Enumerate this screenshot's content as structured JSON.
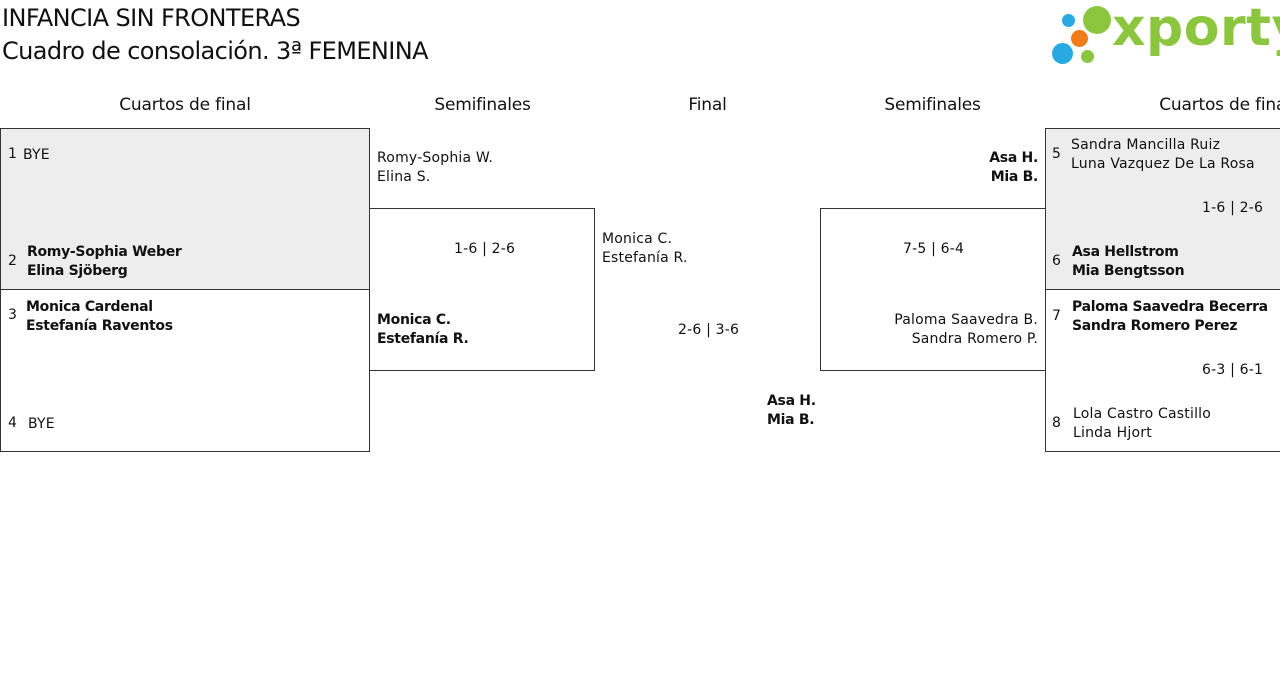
{
  "header": {
    "title": "INFANCIA SIN FRONTERAS",
    "subtitle": "Cuadro de consolación. 3ª FEMENINA"
  },
  "logo": {
    "text": "xporty",
    "text_color": "#8cc63f",
    "dot_colors": [
      "#29a9e1",
      "#8cc63f",
      "#ef7d1a",
      "#29a9e1",
      "#8cc63f"
    ]
  },
  "columns": {
    "left_quarter": "Cuartos de final",
    "left_semi": "Semifinales",
    "final": "Final",
    "right_semi": "Semifinales",
    "right_quarter": "Cuartos de final"
  },
  "left_quarters": {
    "p1": {
      "seed": "1",
      "line1": "BYE"
    },
    "p2": {
      "seed": "2",
      "line1": "Romy-Sophia Weber",
      "line2": "Elina Sjöberg"
    },
    "p3": {
      "seed": "3",
      "line1": "Monica Cardenal",
      "line2": "Estefanía Raventos"
    },
    "p4": {
      "seed": "4",
      "line1": "BYE"
    }
  },
  "left_semis": {
    "top": {
      "line1": "Romy-Sophia W.",
      "line2": "Elina S."
    },
    "score": "1-6 | 2-6",
    "bottom": {
      "line1": "Monica C.",
      "line2": "Estefanía R."
    }
  },
  "final": {
    "left": {
      "line1": "Monica C.",
      "line2": "Estefanía R."
    },
    "score": "2-6 | 3-6",
    "winner": {
      "line1": "Asa H.",
      "line2": "Mia B."
    }
  },
  "right_semis": {
    "top": {
      "line1": "Asa H.",
      "line2": "Mia B."
    },
    "score": "7-5 | 6-4",
    "bottom": {
      "line1": "Paloma Saavedra B.",
      "line2": "Sandra Romero P."
    }
  },
  "right_quarters": {
    "p5": {
      "seed": "5",
      "line1": "Sandra Mancilla Ruiz",
      "line2": "Luna Vazquez De La Rosa"
    },
    "score_top": "1-6 | 2-6",
    "p6": {
      "seed": "6",
      "line1": "Asa Hellstrom",
      "line2": "Mia Bengtsson"
    },
    "p7": {
      "seed": "7",
      "line1": "Paloma Saavedra Becerra",
      "line2": "Sandra Romero Perez"
    },
    "score_bottom": "6-3 | 6-1",
    "p8": {
      "seed": "8",
      "line1": "Lola Castro Castillo",
      "line2": "Linda Hjort"
    }
  }
}
